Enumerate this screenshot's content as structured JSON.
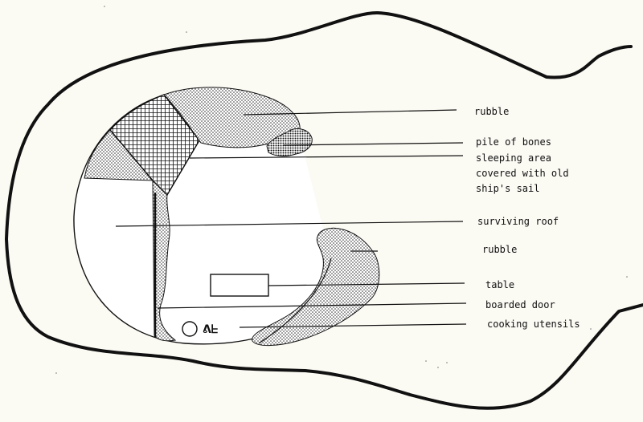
{
  "labels": {
    "rubble_top": "rubble",
    "pile_of_bones": "pile of bones",
    "sleeping_area_line1": "sleeping area",
    "sleeping_area_line2": "covered with old",
    "sleeping_area_line3": "ship's sail",
    "surviving_roof": "surviving roof",
    "rubble_right": "rubble",
    "table": "table",
    "boarded_door": "boarded door",
    "cooking_utensils": "cooking utensils"
  },
  "colors": {
    "ink": "#111111",
    "paper": "#fbfaf3"
  }
}
